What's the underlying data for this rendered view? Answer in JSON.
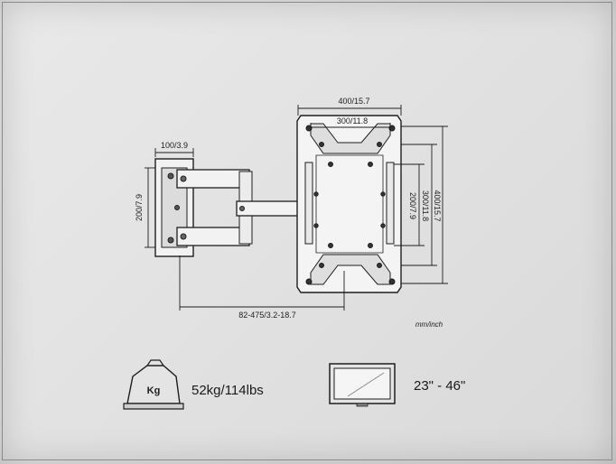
{
  "dimensions": {
    "top_outer": "400/15.7",
    "top_inner": "300/11.8",
    "wall_width": "100/3.9",
    "wall_height": "200/7.9",
    "vert_inner": "200/7.9",
    "vert_middle": "300/11.8",
    "vert_outer": "400/15.7",
    "extension": "82-475/3.2-18.7",
    "units": "mm/inch"
  },
  "specs": {
    "weight_icon_text": "Kg",
    "weight": "52kg/114lbs",
    "screen_size": "23\" - 46\""
  },
  "colors": {
    "paper": "#e5e5e5",
    "ink": "#1e1e1e",
    "metal": "#f2f2f2"
  },
  "icons": [
    "weight-icon",
    "tv-icon"
  ]
}
